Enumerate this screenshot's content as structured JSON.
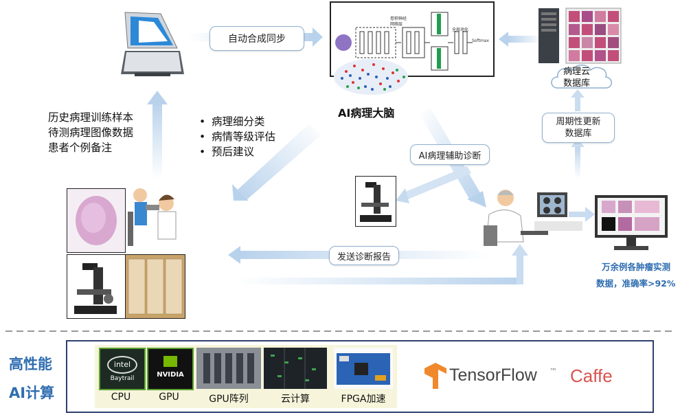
{
  "top": {
    "sync_label": "自动合成同步",
    "brain_label": "AI病理大脑",
    "cloud_label": "病理云\n数据库",
    "update_label": "周期性更新\n数据库",
    "assist_label": "AI病理辅助诊断",
    "report_label": "发送诊断报告",
    "left_lines": [
      "历史病理训练样本",
      "待测病理图像数据",
      "患者个例备注"
    ],
    "bullets": [
      "病理细分类",
      "病情等级评估",
      "预后建议"
    ],
    "result_line1": "万余例各肿瘤实测",
    "result_line2": "数据，准确率>92%",
    "network_texts": [
      "卷积神经",
      "网络层",
      "Softmax",
      "全局池化"
    ]
  },
  "bottom": {
    "title_line1": "高性能",
    "title_line2": "AI计算",
    "chips": [
      {
        "label": "CPU",
        "icon_text": "intel",
        "icon_sub": "Baytrail"
      },
      {
        "label": "GPU",
        "icon_text": "NVIDIA",
        "icon_sub": ""
      },
      {
        "label": "GPU阵列",
        "icon_text": "",
        "icon_sub": ""
      },
      {
        "label": "云计算",
        "icon_text": "",
        "icon_sub": ""
      },
      {
        "label": "FPGA加速",
        "icon_text": "",
        "icon_sub": ""
      }
    ],
    "tensorflow": "TensorFlow",
    "tm": "™",
    "caffe": "Caffe"
  },
  "colors": {
    "arrow": "#c9dcf0",
    "accent_blue": "#2f6db0",
    "frame": "#2d3f6e",
    "caffe": "#d9534f",
    "tf_orange": "#f0892c"
  }
}
